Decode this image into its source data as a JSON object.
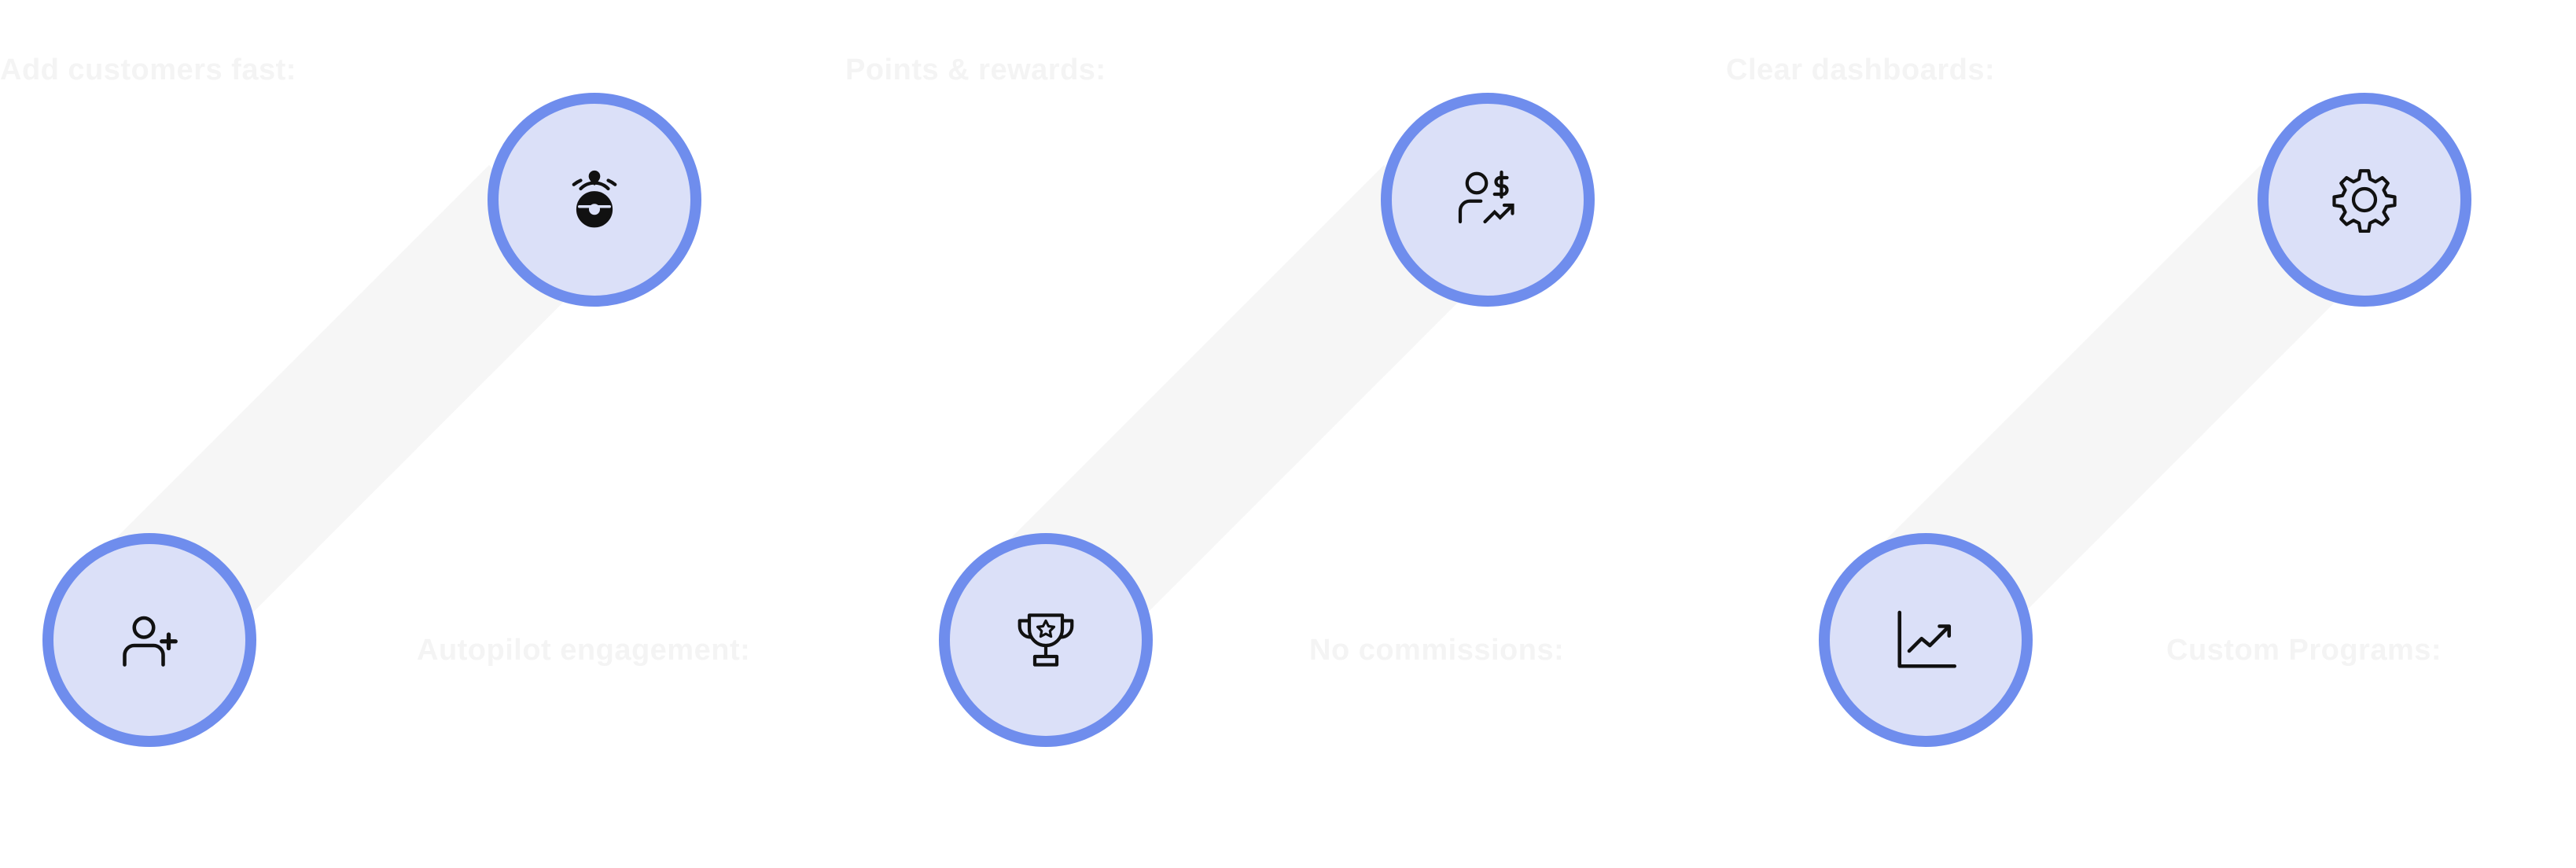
{
  "features": [
    {
      "id": "add-customers",
      "label": "Add customers fast:",
      "icon": "user-plus-icon"
    },
    {
      "id": "autopilot",
      "label": "Autopilot engagement:",
      "icon": "steering-wheel-icon"
    },
    {
      "id": "points-rewards",
      "label": "Points & rewards:",
      "icon": "trophy-icon"
    },
    {
      "id": "no-commissions",
      "label": "No commissions:",
      "icon": "user-dollar-growth-icon"
    },
    {
      "id": "clear-dashboards",
      "label": "Clear dashboards:",
      "icon": "line-chart-icon"
    },
    {
      "id": "custom-programs",
      "label": "Custom Programs:",
      "icon": "gear-icon"
    }
  ],
  "colors": {
    "ring": "#6f8ded",
    "fill": "#dbe0f8",
    "band": "#f6f6f6",
    "label": "#f4f4f4"
  }
}
